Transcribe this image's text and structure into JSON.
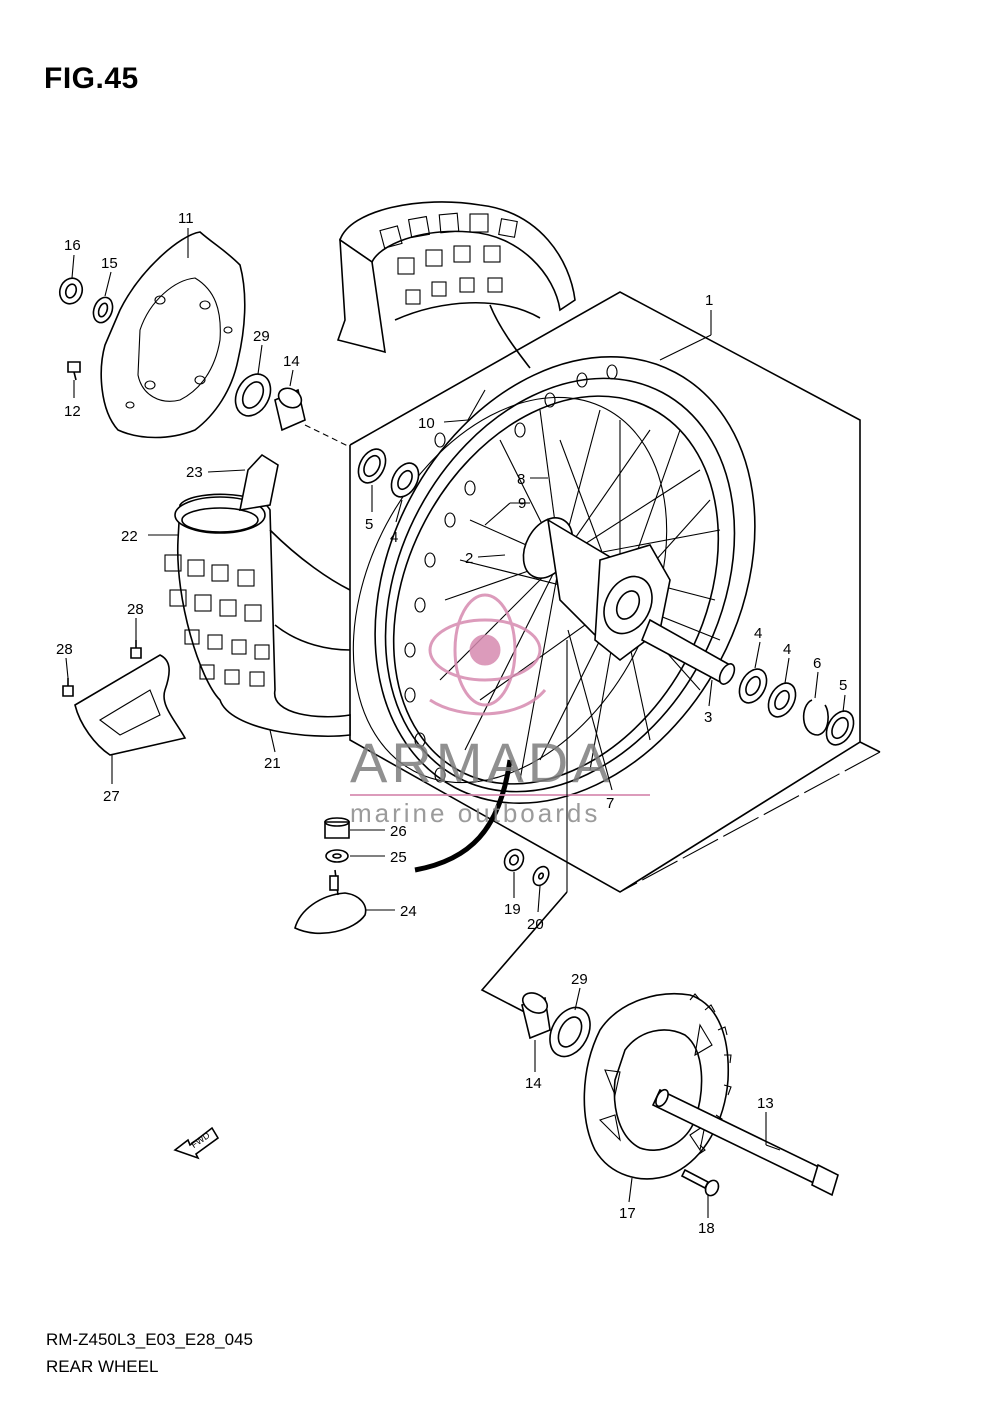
{
  "header": {
    "figure_title": "FIG.45"
  },
  "footer": {
    "diagram_code": "RM-Z450L3_E03_E28_045",
    "diagram_name": "REAR WHEEL"
  },
  "watermark": {
    "brand": "ARMADA",
    "tagline": "marine outboards",
    "color_logo": "#d68ab0",
    "color_text": "#7d7d7d"
  },
  "fwd_label": "FWD",
  "callouts": {
    "c1": "1",
    "c2": "2",
    "c3": "3",
    "c4a": "4",
    "c4b": "4",
    "c4c": "4",
    "c5a": "5",
    "c5b": "5",
    "c6": "6",
    "c7": "7",
    "c8": "8",
    "c9": "9",
    "c10": "10",
    "c11": "11",
    "c12": "12",
    "c13": "13",
    "c14a": "14",
    "c14b": "14",
    "c15": "15",
    "c16": "16",
    "c17": "17",
    "c18": "18",
    "c19": "19",
    "c20": "20",
    "c21": "21",
    "c22": "22",
    "c23": "23",
    "c24": "24",
    "c25": "25",
    "c26": "26",
    "c27": "27",
    "c28a": "28",
    "c28b": "28",
    "c29a": "29",
    "c29b": "29"
  }
}
